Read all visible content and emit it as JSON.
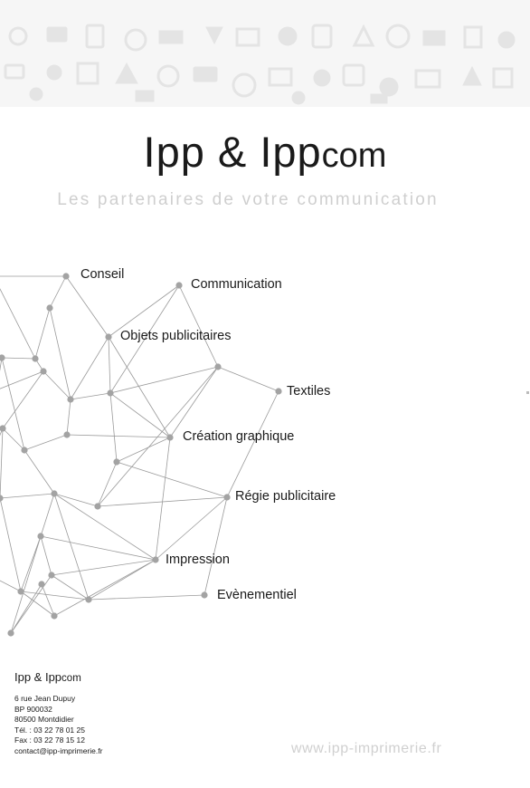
{
  "header": {
    "brand_main": "Ipp & Ipp",
    "brand_suffix": "com",
    "tagline": "Les partenaires de votre communication"
  },
  "services": [
    "Conseil",
    "Communication",
    "Objets publicitaires",
    "Textiles",
    "Création graphique",
    "Régie publicitaire",
    "Impression",
    "Evènementiel"
  ],
  "footer": {
    "company_main": "Ipp & Ipp",
    "company_suffix": "com",
    "address_lines": [
      "6 rue Jean Dupuy",
      "BP 900032",
      "80500 Montdidier",
      "Tél. : 03 22 78 01 25",
      "Fax : 03 22 78 15 12",
      "contact@ipp-imprimerie.fr"
    ],
    "website": "www.ipp-imprimerie.fr"
  },
  "colors": {
    "banner_bg": "#f6f6f6",
    "banner_icons": "#e6e6e6",
    "lines": "#9a9a9a",
    "nodes": "#a3a3a3",
    "tagline": "#cfcfcf"
  }
}
